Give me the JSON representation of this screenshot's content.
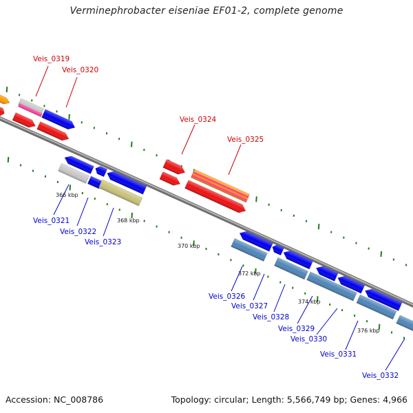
{
  "title": "Verminephrobacter eiseniae EF01-2, complete genome",
  "footer": {
    "accession": "Accession: NC_008786",
    "topology": "Topology: circular; Length: 5,566,749 bp; Genes: 4,966"
  },
  "colors": {
    "backbone": "#8a8a8a",
    "ticks": "#1f7a1f",
    "red": "#ee1111",
    "blue": "#0000ee",
    "steelblue": "#4f86b8",
    "gray": "#c8c8c8",
    "olive": "#c9c27a",
    "orange": "#ff9a00",
    "pink": "#ff3fa0"
  },
  "tick_labels": [
    "366 kbp",
    "368 kbp",
    "370 kbp",
    "372 kbp",
    "374 kbp",
    "376 kbp"
  ],
  "gene_labels": {
    "top": [
      "Veis_0319",
      "Veis_0320",
      "Veis_0324",
      "Veis_0325"
    ],
    "bottom": [
      "Veis_0321",
      "Veis_0322",
      "Veis_0323",
      "Veis_0326",
      "Veis_0327",
      "Veis_0328",
      "Veis_0329",
      "Veis_0330",
      "Veis_0331",
      "Veis_0332"
    ]
  }
}
